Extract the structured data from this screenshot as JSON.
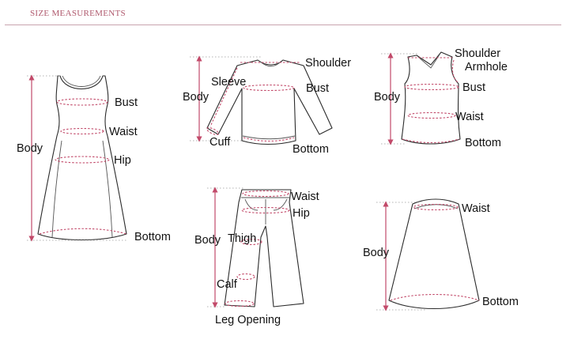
{
  "header": {
    "title": "SIZE MEASUREMENTS",
    "accent_color": "#c24a6a"
  },
  "dress": {
    "bust": "Bust",
    "waist": "Waist",
    "body": "Body",
    "hip": "Hip",
    "bottom": "Bottom"
  },
  "top": {
    "sleeve": "Sleeve",
    "shoulder": "Shoulder",
    "body": "Body",
    "bust": "Bust",
    "cuff": "Cuff",
    "bottom": "Bottom"
  },
  "vest": {
    "shoulder": "Shoulder",
    "armhole": "Armhole",
    "body": "Body",
    "bust": "Bust",
    "waist": "Waist",
    "bottom": "Bottom"
  },
  "pants": {
    "waist": "Waist",
    "hip": "Hip",
    "body": "Body",
    "thigh": "Thigh",
    "calf": "Calf",
    "leg_opening": "Leg Opening"
  },
  "skirt": {
    "waist": "Waist",
    "body": "Body",
    "bottom": "Bottom"
  }
}
